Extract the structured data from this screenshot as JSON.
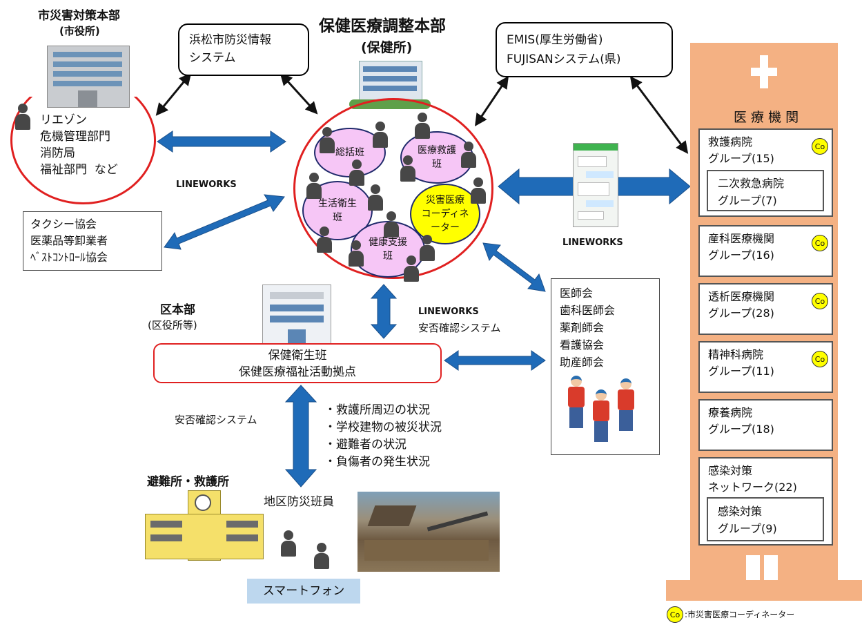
{
  "city_hq": {
    "title": "市災害対策本部",
    "subtitle": "(市役所)",
    "members": "リエゾン\n危機管理部門\n消防局\n福祉部門  など"
  },
  "disaster_info_system": {
    "label": "浜松市防災情報\nシステム"
  },
  "center": {
    "title": "保健医療調整本部",
    "subtitle": "(保健所)"
  },
  "teams": {
    "general": "総括班",
    "medical_relief": "医療救護\n班",
    "living_hygiene": "生活衛生\n班",
    "coordinator": "災害医療\nコーディネ\nーター",
    "health_support": "健康支援\n班"
  },
  "emis": {
    "label": "EMIS(厚生労働省)\nFUJISANシステム(県)"
  },
  "medical_institutions": {
    "title": "医 療 機 関",
    "groups": [
      {
        "name": "救護病院\nグループ(15)",
        "co": "Co",
        "inner": "二次救急病院\nグループ(7)"
      },
      {
        "name": "産科医療機関\nグループ(16)",
        "co": "Co"
      },
      {
        "name": "透析医療機関\nグループ(28)",
        "co": "Co"
      },
      {
        "name": "精神科病院\nグループ(11)",
        "co": "Co"
      },
      {
        "name": "療養病院\nグループ(18)"
      },
      {
        "name": "感染対策\nネットワーク(22)",
        "inner": "感染対策\nグループ(9)"
      }
    ]
  },
  "lineworks_left": "LINEWORKS",
  "lineworks_right": "LINEWORKS",
  "lineworks_mid": "LINEWORKS",
  "safety_system_mid": "安否確認システム",
  "associations": {
    "label": "タクシー協会\n医薬品等卸業者\nﾍﾞｽﾄｺﾝﾄﾛｰﾙ協会"
  },
  "ward_hq": {
    "title": "区本部",
    "subtitle": "(区役所等)",
    "box_label": "保健衛生班\n保健医療福祉活動拠点"
  },
  "medical_assoc": {
    "label": "医師会\n歯科医師会\n薬剤師会\n看護協会\n助産師会"
  },
  "safety_system_left": "安否確認システム",
  "status_list": "・救護所周辺の状況\n・学校建物の被災状況\n・避難者の状況\n・負傷者の発生状況",
  "shelter": {
    "title": "避難所・救護所"
  },
  "district_staff": "地区防災班員",
  "smartphone": "スマートフォン",
  "legend": {
    "co": "Co",
    "text": ":市災害医療コーディネーター"
  },
  "colors": {
    "arrow_blue": "#1f6bb8",
    "circle_red": "#e02020",
    "building": "#f4b183",
    "ellipse_pink": "#f6c6f6",
    "coordinator_yellow": "#ffff00"
  }
}
